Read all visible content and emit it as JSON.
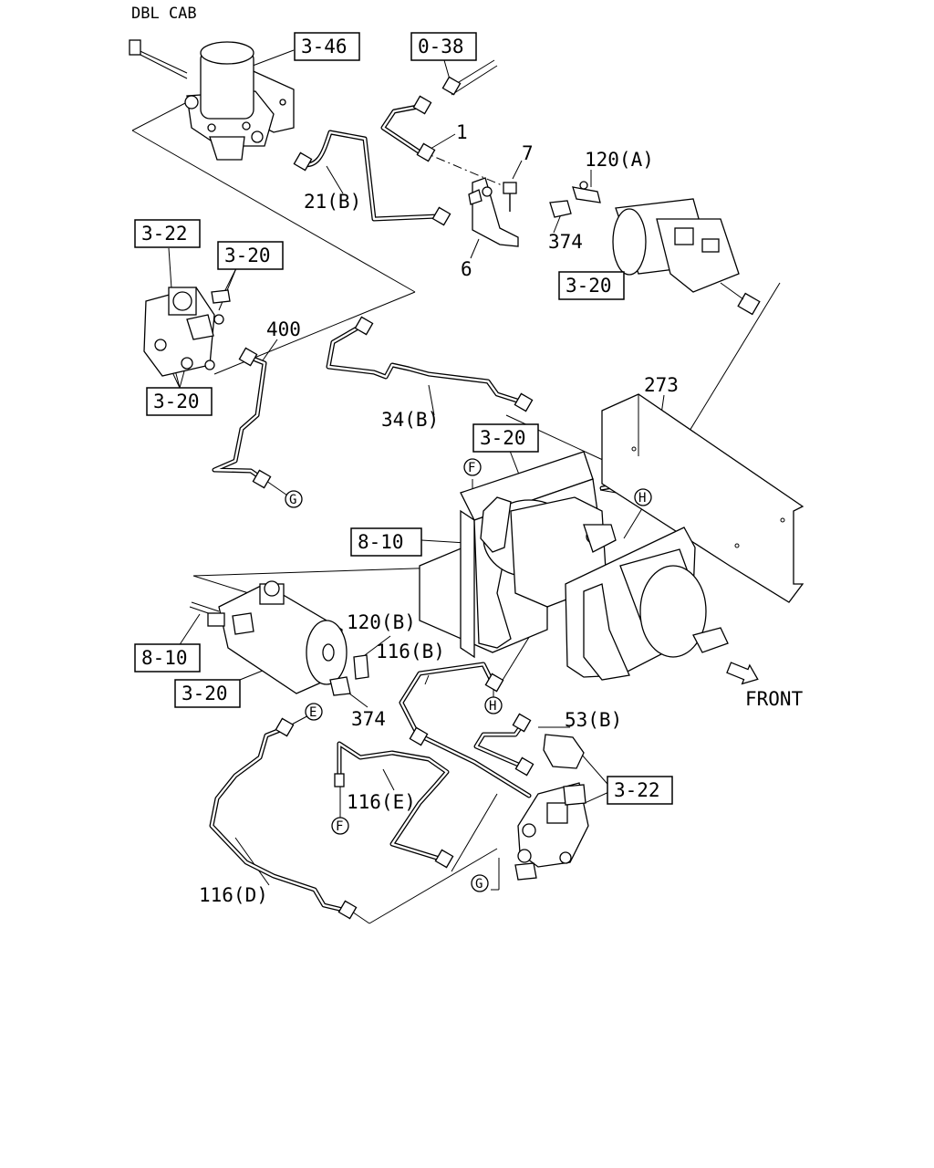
{
  "header": {
    "title": "DBL CAB"
  },
  "references": {
    "r_3_46": "3-46",
    "r_0_38": "0-38",
    "r_3_22_a": "3-22",
    "r_3_20_a": "3-20",
    "r_3_20_b": "3-20",
    "r_3_20_c": "3-20",
    "r_3_20_d": "3-20",
    "r_8_10_a": "8-10",
    "r_8_10_b": "8-10",
    "r_3_20_e": "3-20",
    "r_3_22_b": "3-22"
  },
  "parts": {
    "p1": "1",
    "p7": "7",
    "p120a": "120(A)",
    "p21b": "21(B)",
    "p374a": "374",
    "p6": "6",
    "p400": "400",
    "p273": "273",
    "p34b": "34(B)",
    "p120b": "120(B)",
    "p116b": "116(B)",
    "p374b": "374",
    "p53b": "53(B)",
    "p116e": "116(E)",
    "p116d": "116(D)"
  },
  "connectors": {
    "F": "F",
    "G": "G",
    "H": "H",
    "E": "E"
  },
  "direction": {
    "front": "FRONT"
  }
}
